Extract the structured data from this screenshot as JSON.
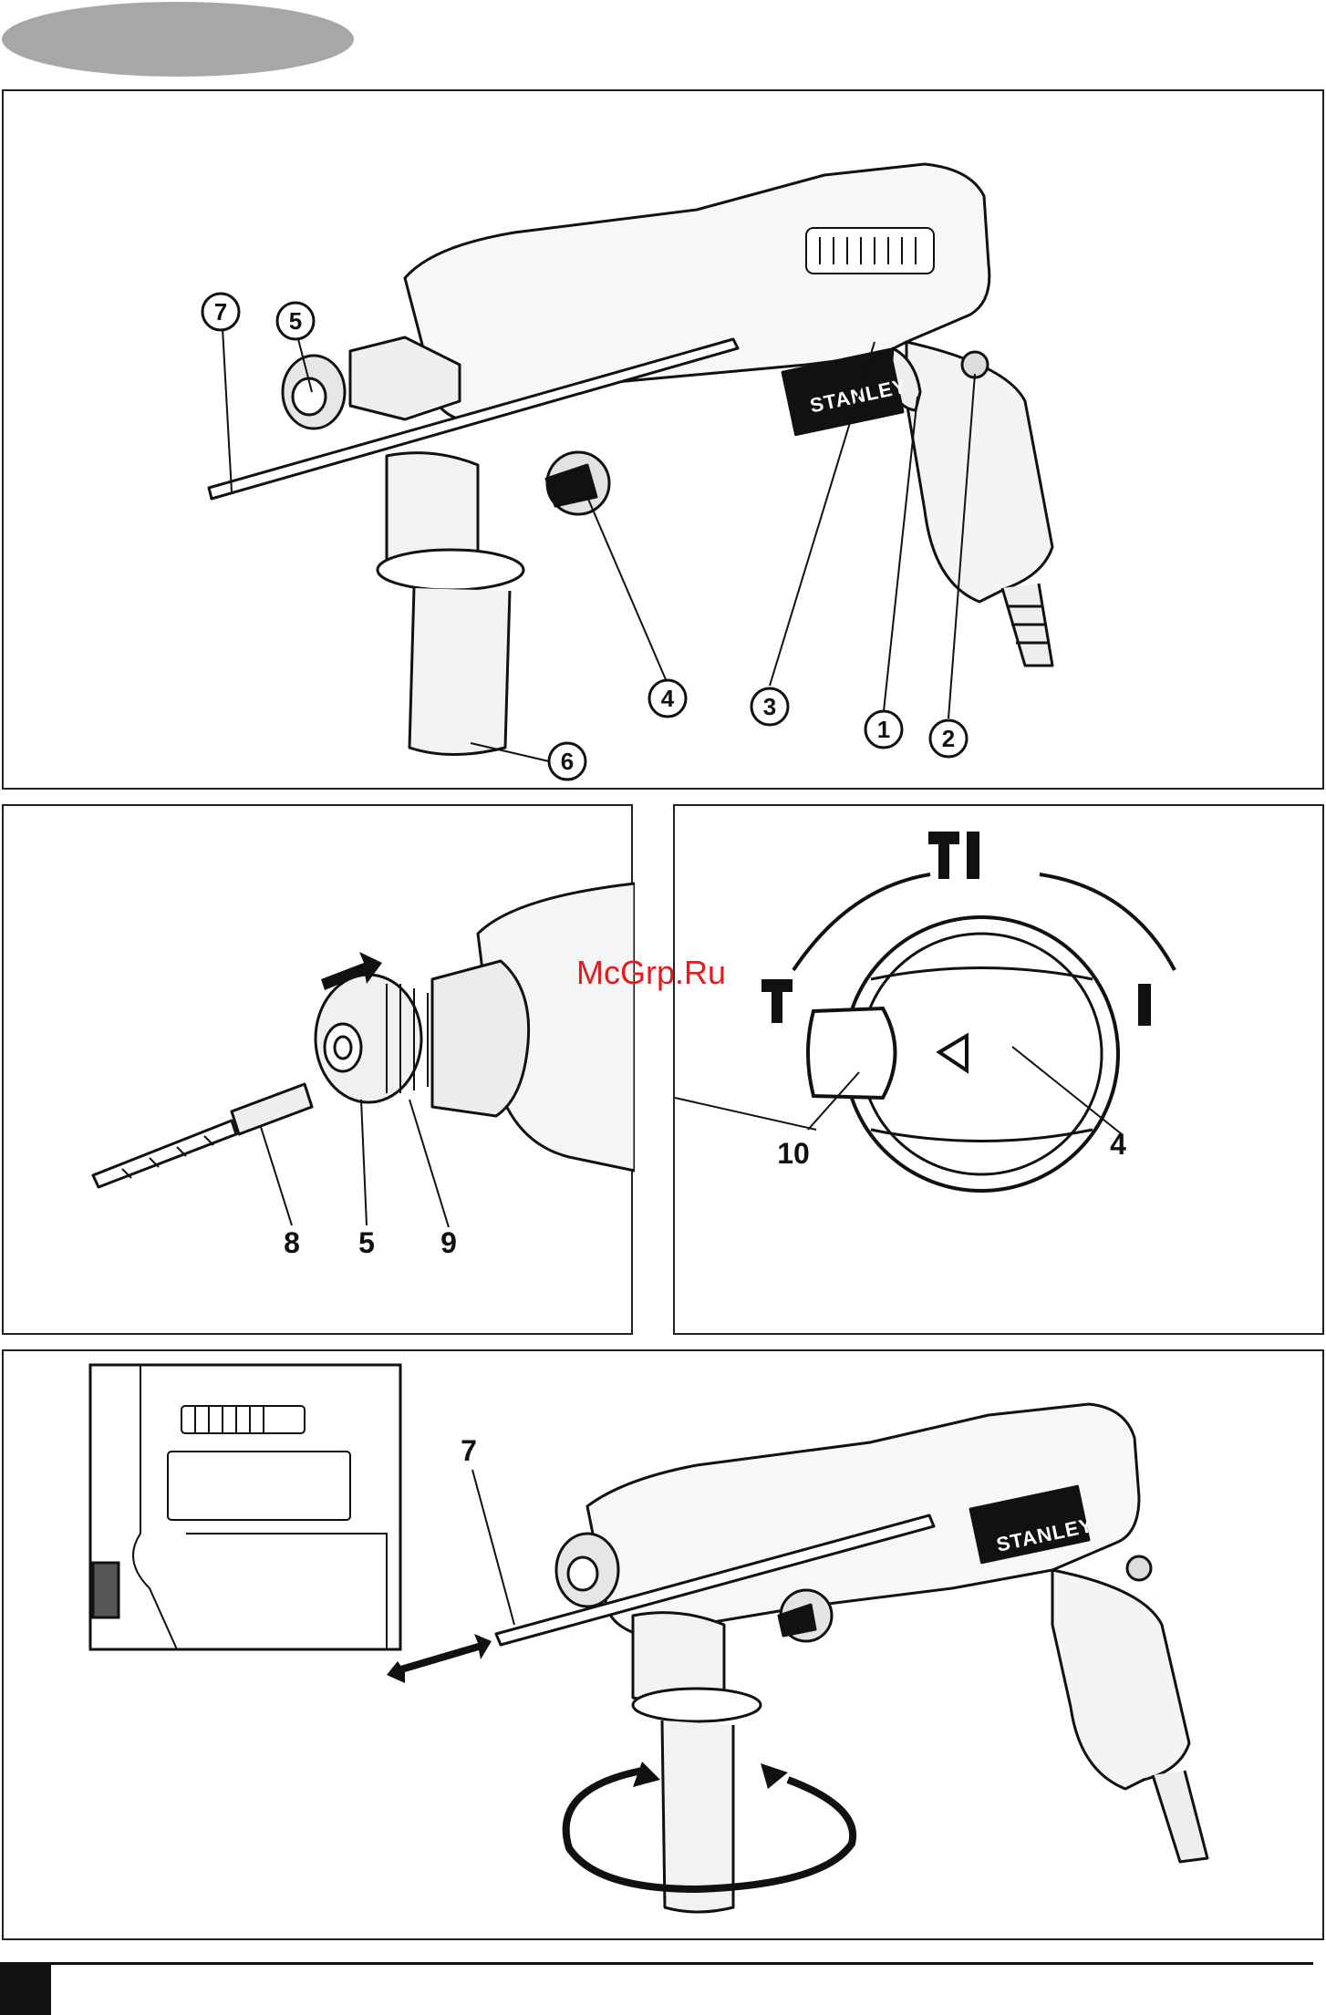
{
  "brand": "STANLEY",
  "watermark": "McGrp.Ru",
  "figure1": {
    "callouts": [
      "1",
      "2",
      "3",
      "4",
      "5",
      "6",
      "7"
    ]
  },
  "figure2": {
    "labels": [
      "8",
      "5",
      "9"
    ]
  },
  "figure3": {
    "labels": [
      "10",
      "4"
    ]
  },
  "figure4": {
    "labels": [
      "7"
    ]
  }
}
